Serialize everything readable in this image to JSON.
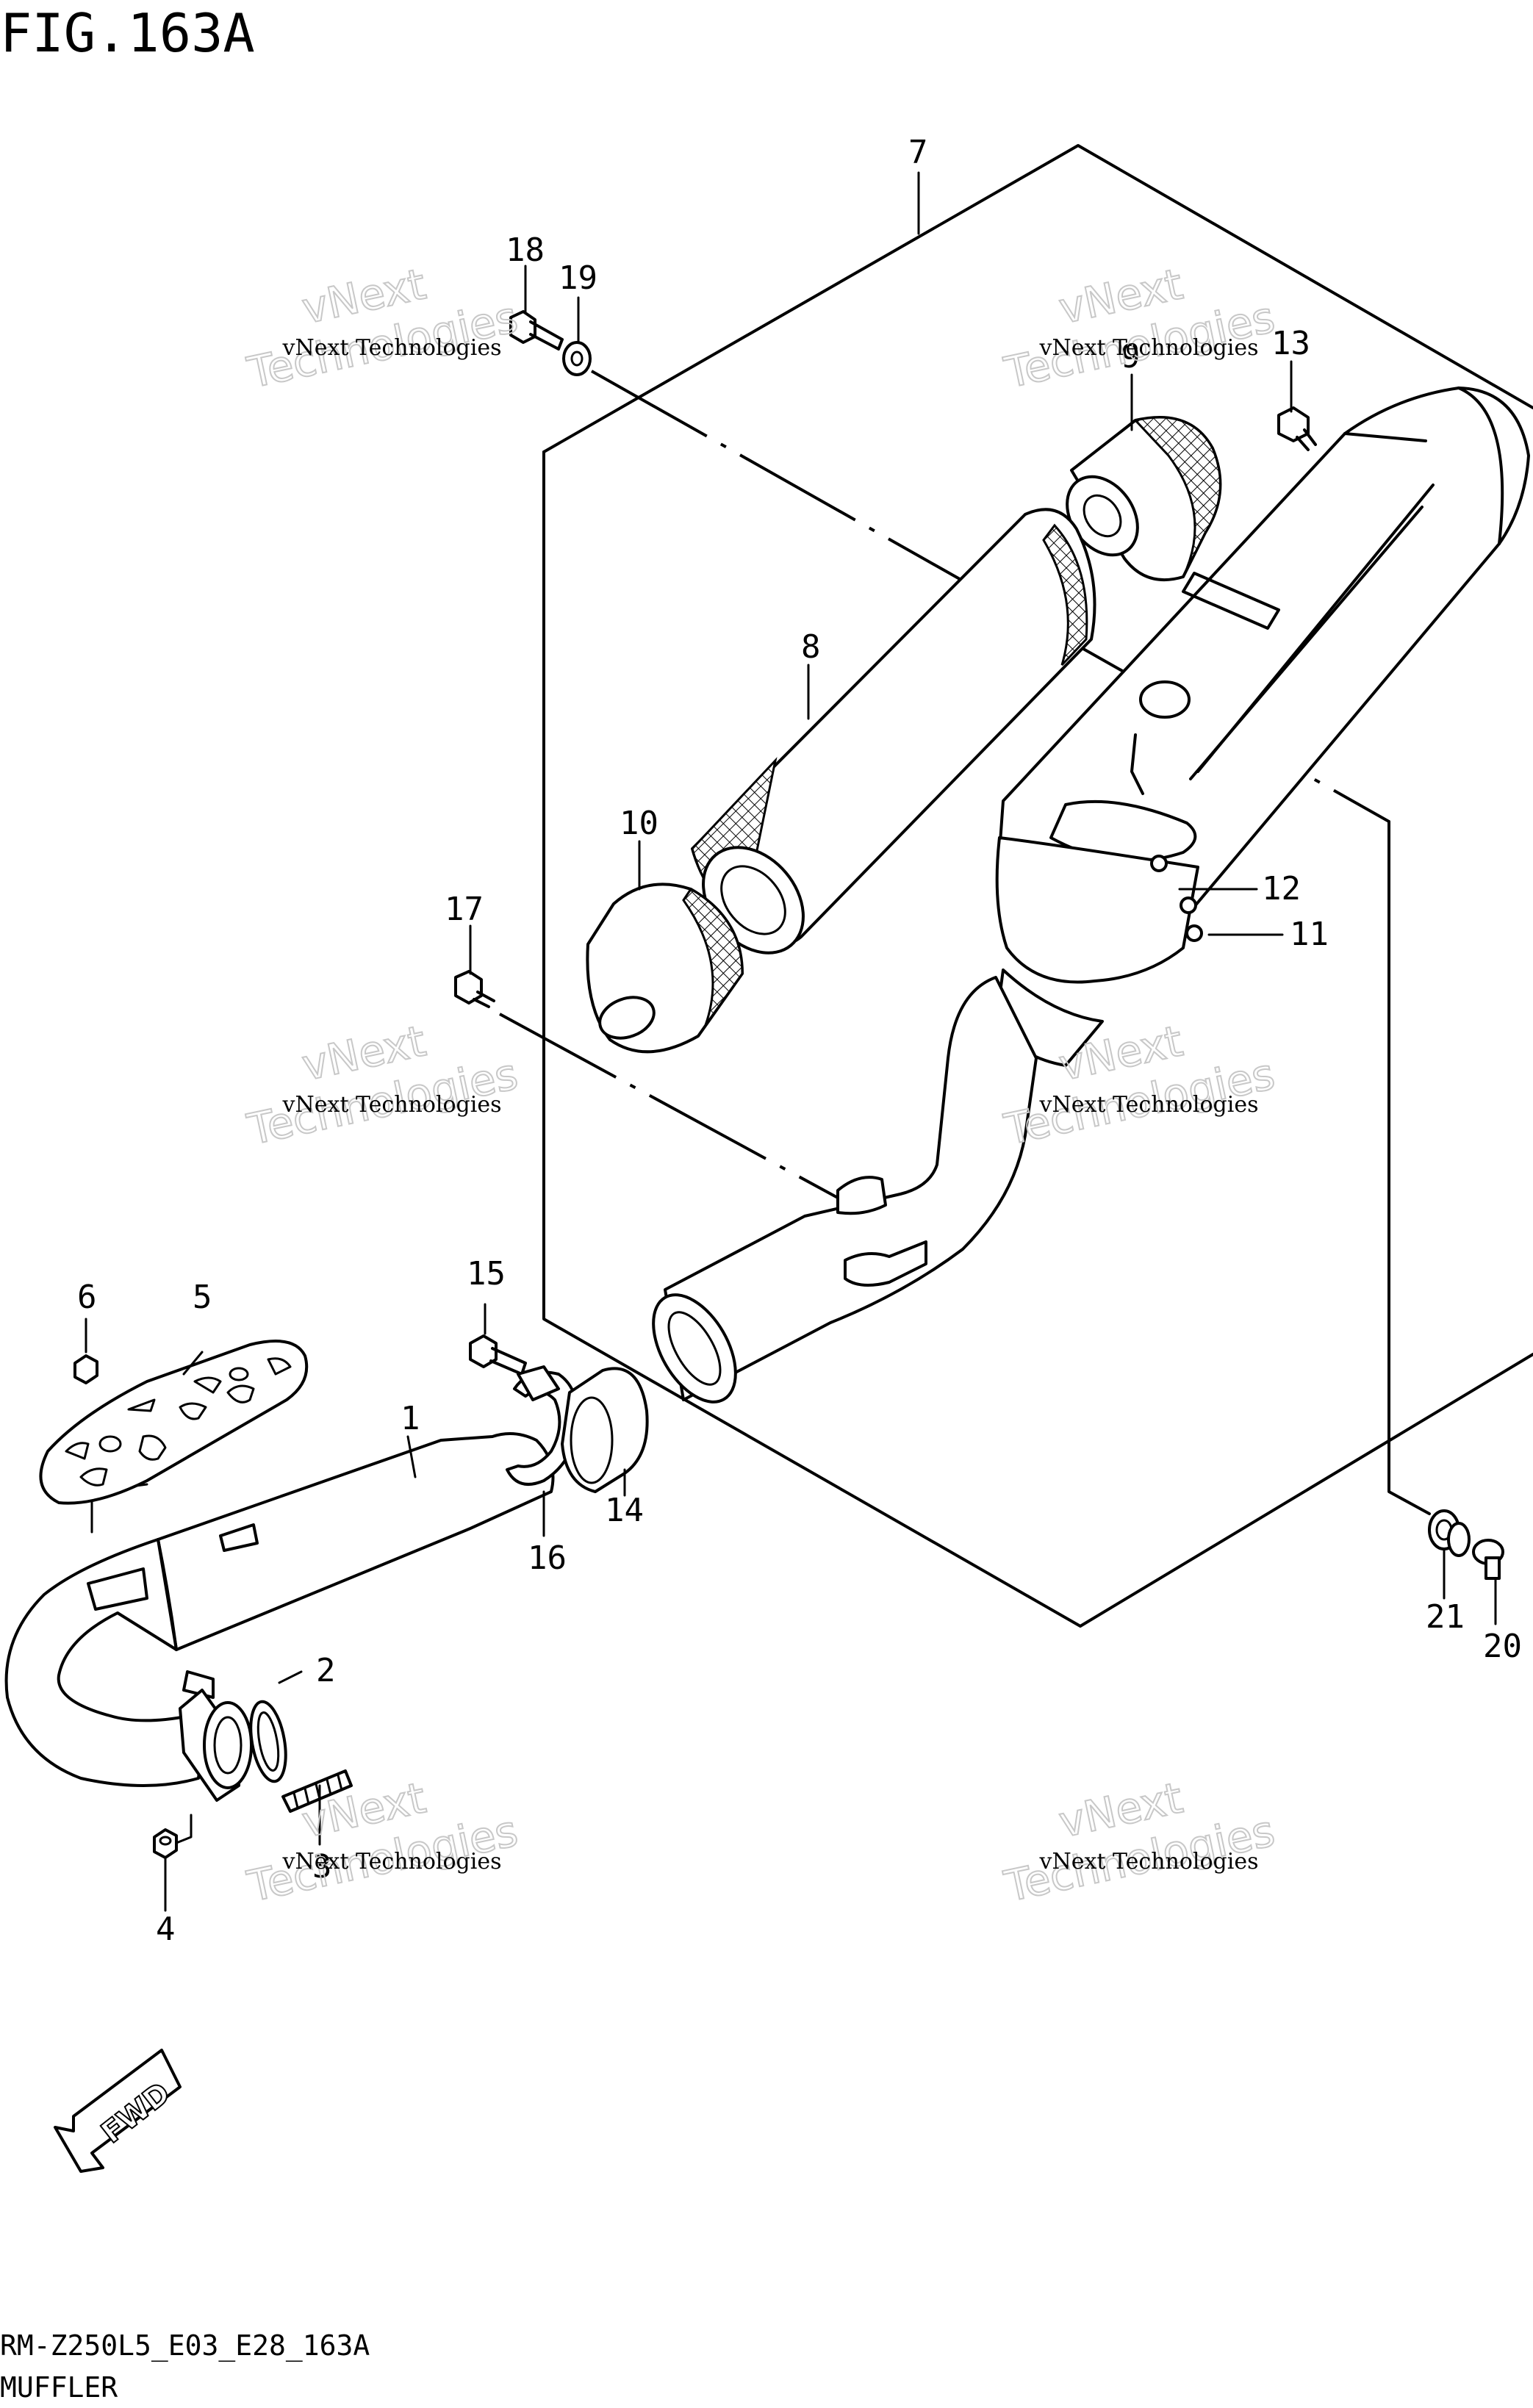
{
  "figure": {
    "title": "FIG.163A",
    "model_code": "RM-Z250L5_E03_E28_163A",
    "section_name": "MUFFLER",
    "direction_label": "FWD"
  },
  "watermark": {
    "line1": "vNext Technologies",
    "line2": "vNext",
    "line3": "Technologies"
  },
  "callouts": {
    "c1": "1",
    "c2": "2",
    "c3": "3",
    "c4": "4",
    "c5": "5",
    "c6": "6",
    "c7": "7",
    "c8": "8",
    "c9": "9",
    "c10": "10",
    "c11": "11",
    "c12": "12",
    "c13": "13",
    "c14": "14",
    "c15": "15",
    "c16": "16",
    "c17": "17",
    "c18": "18",
    "c19": "19",
    "c20": "20",
    "c21": "21"
  }
}
